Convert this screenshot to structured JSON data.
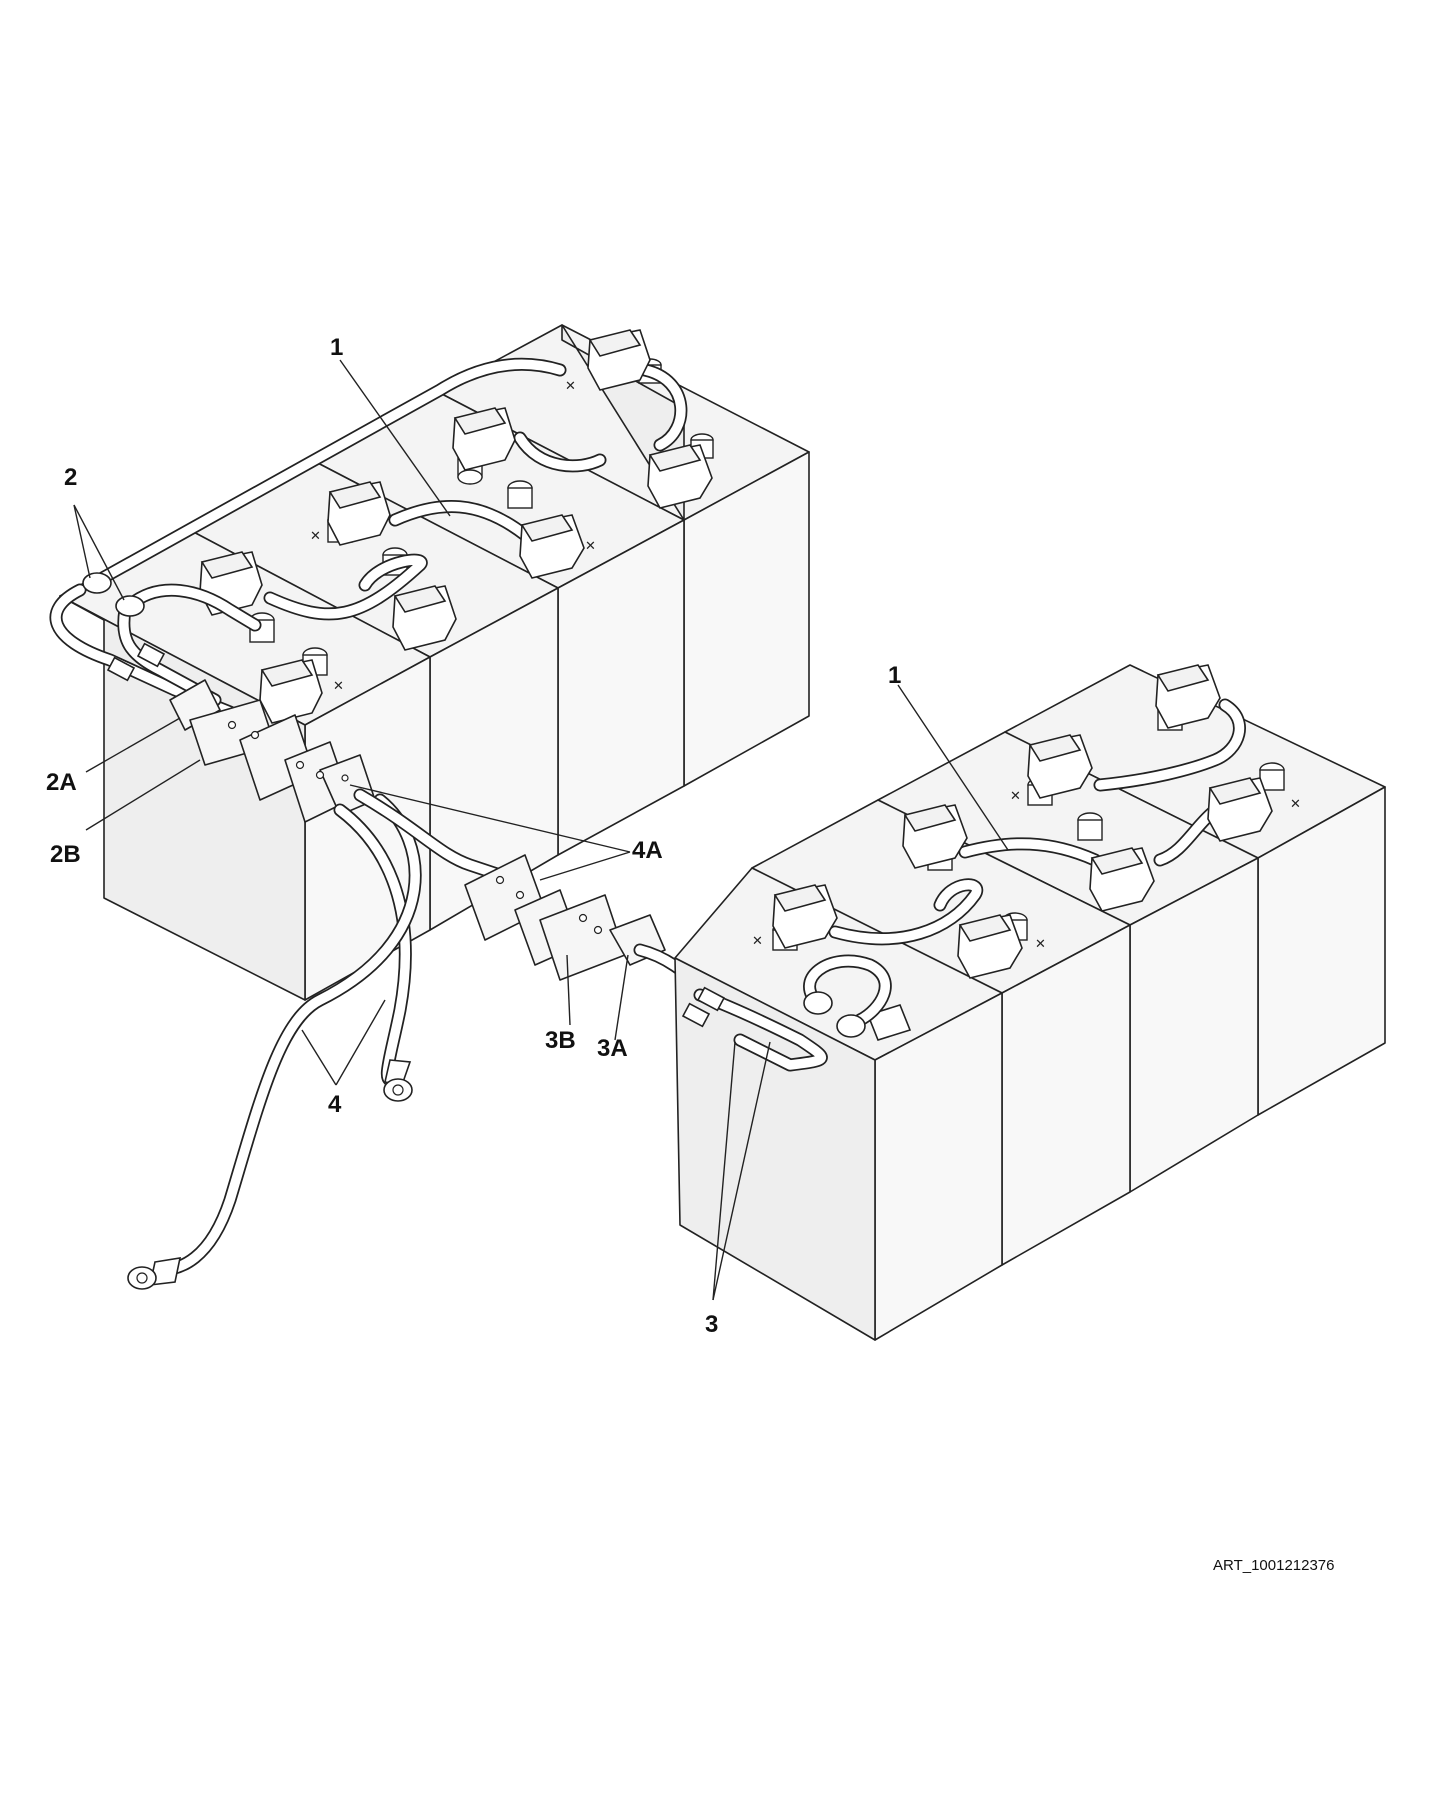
{
  "callouts": {
    "item_1_left": "1",
    "item_1_right": "1",
    "item_2": "2",
    "item_2a": "2A",
    "item_2b": "2B",
    "item_3": "3",
    "item_3a": "3A",
    "item_3b": "3B",
    "item_4": "4",
    "item_4a": "4A"
  },
  "art_number": "ART_1001212376"
}
